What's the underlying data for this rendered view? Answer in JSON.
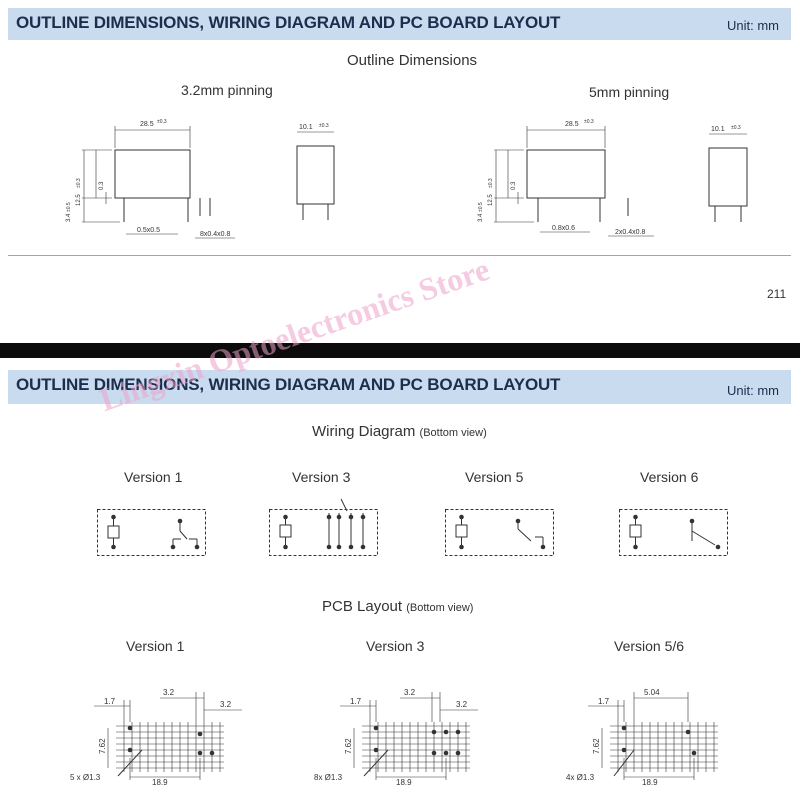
{
  "top": {
    "banner_title": "OUTLINE DIMENSIONS, WIRING DIAGRAM AND PC BOARD LAYOUT",
    "unit": "Unit: mm",
    "section_title": "Outline Dimensions",
    "left_caption": "3.2mm pinning",
    "right_caption": "5mm pinning",
    "page_number": "211",
    "left_dims": {
      "length": "28.5",
      "length_tol": "±0.3",
      "width": "10.1",
      "width_tol": "±0.3",
      "height": "12.5",
      "height_tol": "±0.3",
      "standoff": "0.3",
      "pin_length": "3.4",
      "pin_tol": "±0.5",
      "pin_section": "0.5x0.5",
      "coil_pins": "8x0.4x0.8"
    },
    "right_dims": {
      "length": "28.5",
      "length_tol": "±0.3",
      "width": "10.1",
      "width_tol": "±0.3",
      "height": "12.5",
      "height_tol": "±0.3",
      "standoff": "0.3",
      "pin_length": "3.4",
      "pin_tol": "±0.5",
      "pin_section": "0.8x0.6",
      "coil_pins": "2x0.4x0.8"
    }
  },
  "bottom": {
    "banner_title": "OUTLINE DIMENSIONS, WIRING DIAGRAM AND PC BOARD LAYOUT",
    "unit": "Unit: mm",
    "wiring_title": "Wiring Diagram",
    "wiring_view": "(Bottom view)",
    "wiring_versions": [
      "Version 1",
      "Version 3",
      "Version 5",
      "Version 6"
    ],
    "pcb_title": "PCB Layout",
    "pcb_view": "(Bottom view)",
    "pcb_versions": [
      "Version 1",
      "Version 3",
      "Version 5/6"
    ],
    "pcb1": {
      "pitch": "1.7",
      "a": "3.2",
      "b": "3.2",
      "row": "7.62",
      "span": "18.9",
      "holes": "5 x Ø1.3"
    },
    "pcb2": {
      "pitch": "1.7",
      "a": "3.2",
      "b": "3.2",
      "row": "7.62",
      "span": "18.9",
      "holes": "8x Ø1.3"
    },
    "pcb3": {
      "pitch": "1.7",
      "a": "5.04",
      "row": "7.62",
      "span": "18.9",
      "holes": "4x Ø1.3"
    }
  },
  "watermark": "Lingxin Optoelectronics Store",
  "colors": {
    "banner_bg": "#c9dbef",
    "banner_text": "#1b2e4c",
    "divider": "#0c0c0c",
    "watermark": "#eca0c8"
  }
}
